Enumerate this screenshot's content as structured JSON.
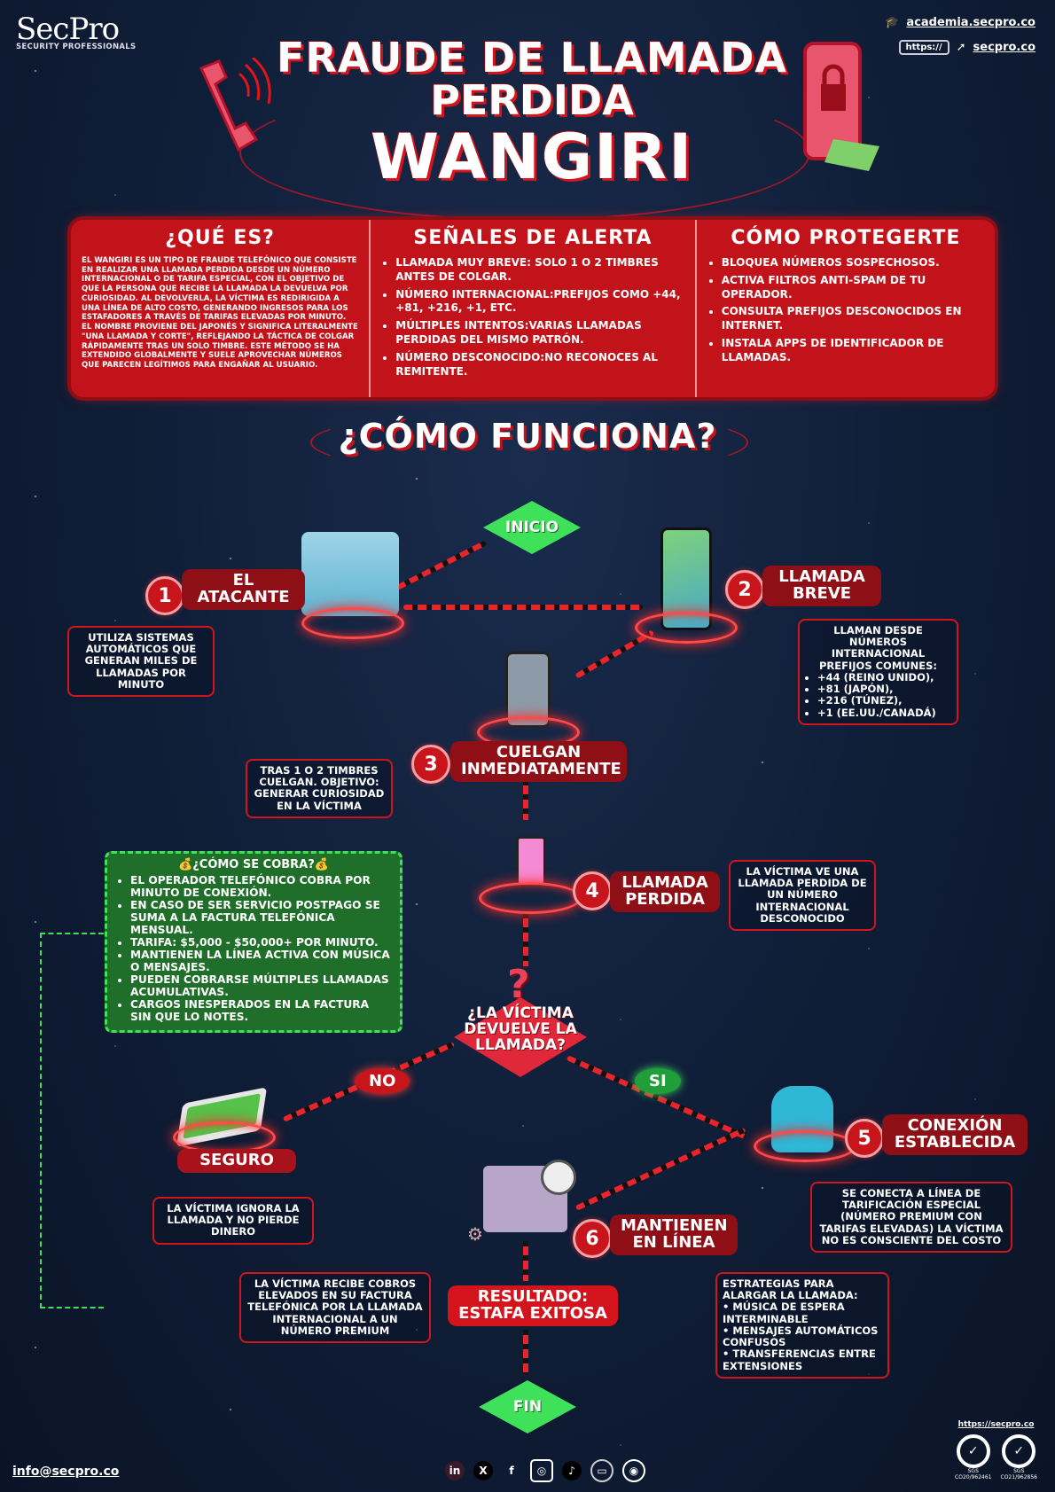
{
  "header": {
    "brand": "SecPro",
    "brand_tagline": "SECURITY PROFESSIONALS",
    "title_line1": "FRAUDE DE LLAMADA",
    "title_line2": "PERDIDA",
    "title_line3": "WANGIRI",
    "link_academia": "academia.secpro.co",
    "link_https_prefix": "https://",
    "link_site": "secpro.co"
  },
  "panel": {
    "what_is": {
      "title": "¿QUÉ ES?",
      "body": "El Wangiri es un tipo de fraude telefónico que consiste en realizar una llamada perdida desde un número internacional o de tarifa especial, con el objetivo de que la persona que recibe la llamada la devuelva por curiosidad. Al devolverla, la víctima es redirigida a una línea de alto costo, generando ingresos para los estafadores a través de tarifas elevadas por minuto. El nombre proviene del japonés y significa literalmente \"una llamada y corte\", reflejando la táctica de colgar rápidamente tras un solo timbre. Este método se ha extendido globalmente y suele aprovechar números que parecen legítimos para engañar al usuario."
    },
    "alerts": {
      "title": "SEÑALES DE ALERTA",
      "items": [
        "LLAMADA MUY BREVE: SOLO 1 O 2 TIMBRES ANTES DE COLGAR.",
        "NÚMERO INTERNACIONAL:PREFIJOS COMO +44, +81, +216, +1, ETC.",
        "MÚLTIPLES INTENTOS:VARIAS LLAMADAS PERDIDAS DEL MISMO PATRÓN.",
        "NÚMERO DESCONOCIDO:NO RECONOCES AL REMITENTE."
      ]
    },
    "protect": {
      "title": "CÓMO PROTEGERTE",
      "items": [
        "BLOQUEA NÚMEROS SOSPECHOSOS.",
        "ACTIVA FILTROS ANTI-SPAM DE TU OPERADOR.",
        "CONSULTA PREFIJOS DESCONOCIDOS EN INTERNET.",
        "INSTALA APPS DE IDENTIFICADOR DE LLAMADAS."
      ]
    }
  },
  "flow": {
    "heading": "¿CÓMO FUNCIONA?",
    "start": "INICIO",
    "end": "FIN",
    "steps": [
      {
        "num": "1",
        "label": "EL ATACANTE",
        "note": "UTILIZA SISTEMAS AUTOMÁTICOS QUE GENERAN MILES DE LLAMADAS POR MINUTO"
      },
      {
        "num": "2",
        "label": "LLAMADA BREVE",
        "note_intro": "LLAMAN DESDE NÚMEROS INTERNACIONAL PREFIJOS COMUNES:",
        "note_items": [
          "+44 (REINO UNIDO),",
          "+81 (JAPÓN),",
          "+216 (TÚNEZ),",
          "+1 (EE.UU./CANADÁ)"
        ]
      },
      {
        "num": "3",
        "label": "CUELGAN INMEDIATAMENTE",
        "note": "TRAS 1 O 2 TIMBRES CUELGAN. OBJETIVO: GENERAR CURIOSIDAD EN LA VÍCTIMA"
      },
      {
        "num": "4",
        "label": "LLAMADA PERDIDA",
        "note": "LA VÍCTIMA VE UNA LLAMADA PERDIDA DE UN NÚMERO INTERNACIONAL DESCONOCIDO"
      },
      {
        "num": "5",
        "label": "CONEXIÓN ESTABLECIDA",
        "note": "SE CONECTA A LÍNEA DE TARIFICACIÓN ESPECIAL (NÚMERO PREMIUM CON TARIFAS ELEVADAS) LA VÍCTIMA NO ES CONSCIENTE DEL COSTO"
      },
      {
        "num": "6",
        "label": "MANTIENEN EN LÍNEA",
        "note_intro": "ESTRATEGIAS PARA ALARGAR LA LLAMADA:",
        "note_items": [
          "• MÚSICA DE ESPERA INTERMINABLE",
          "• MENSAJES AUTOMÁTICOS CONFUSOS",
          "• TRANSFERENCIAS ENTRE EXTENSIONES"
        ]
      }
    ],
    "decision": "¿LA VÍCTIMA DEVUELVE LA LLAMADA?",
    "no_label": "NO",
    "yes_label": "SI",
    "safe_label": "SEGURO",
    "safe_note": "LA VÍCTIMA IGNORA LA LLAMADA Y NO PIERDE DINERO",
    "result_label": "RESULTADO: ESTAFA EXITOSA",
    "result_note": "LA VÍCTIMA RECIBE COBROS ELEVADOS EN SU FACTURA TELEFÓNICA POR LA LLAMADA INTERNACIONAL A UN NÚMERO PREMIUM",
    "billing": {
      "title": "💰¿CÓMO SE COBRA?💰",
      "items": [
        "EL OPERADOR TELEFÓNICO COBRA POR MINUTO DE CONEXIÓN.",
        "EN CASO DE SER SERVICIO POSTPAGO SE SUMA A LA FACTURA TELEFÓNICA MENSUAL.",
        "TARIFA: $5,000 - $50,000+ POR MINUTO.",
        "MANTIENEN LA LÍNEA ACTIVA CON MÚSICA O MENSAJES.",
        "PUEDEN COBRARSE MÚLTIPLES LLAMADAS ACUMULATIVAS.",
        "CARGOS INESPERADOS EN LA FACTURA SIN QUE LO NOTES."
      ]
    }
  },
  "footer": {
    "email": "info@secpro.co",
    "social": [
      "in",
      "X",
      "f",
      "◎",
      "♪",
      "▭",
      "◉"
    ],
    "cert_url": "https://secpro.co",
    "certs": [
      {
        "name": "SGS",
        "code": "CO20/962461"
      },
      {
        "name": "SGS",
        "code": "CO21/962856"
      }
    ]
  },
  "colors": {
    "primary_red": "#c3131a",
    "dark_red": "#8e0f16",
    "green": "#3fe05a",
    "green_box": "#1f6f2a",
    "background": "#0f1d36"
  }
}
